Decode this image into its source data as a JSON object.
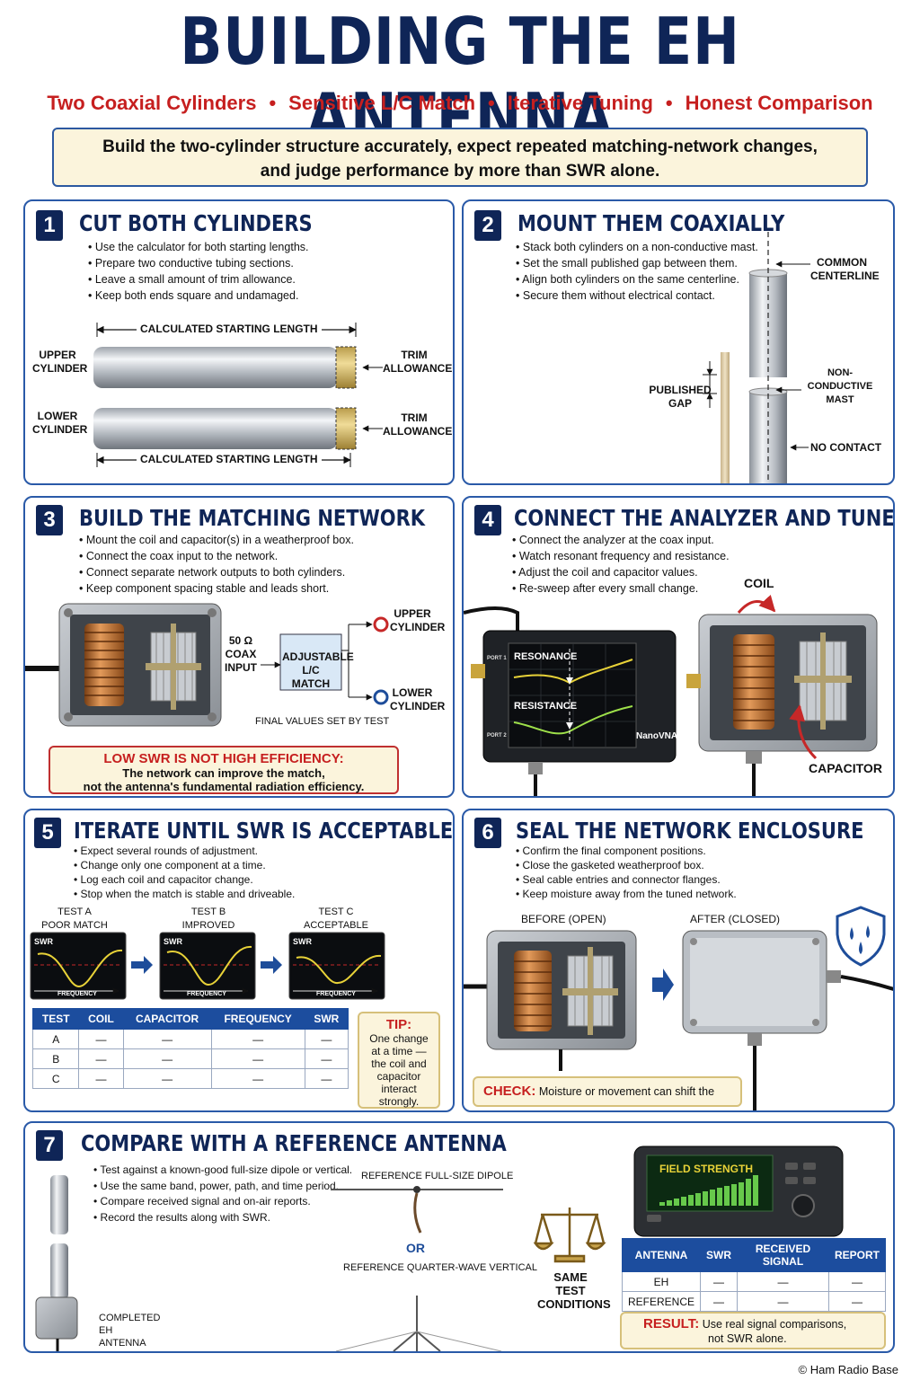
{
  "header": {
    "title": "BUILDING THE EH ANTENNA",
    "subtitle": [
      "Two Coaxial Cylinders",
      "Sensitive L/C Match",
      "Iterative Tuning",
      "Honest Comparison"
    ],
    "summary_line1": "Build the two-cylinder structure accurately, expect repeated matching-network changes,",
    "summary_line2": "and judge performance by more than SWR alone."
  },
  "colors": {
    "navy": "#0f2557",
    "accent_red": "#c61f1f",
    "panel_border": "#2a5aa8",
    "note_bg": "#fbf4dc"
  },
  "steps": [
    {
      "num": "1",
      "title": "CUT BOTH CYLINDERS",
      "bullets": [
        "Use the calculator for both starting lengths.",
        "Prepare two conductive tubing sections.",
        "Leave a small amount of trim allowance.",
        "Keep both ends square and undamaged."
      ],
      "labels": {
        "length": "CALCULATED STARTING LENGTH",
        "upper": "UPPER CYLINDER",
        "lower": "LOWER CYLINDER",
        "trim": "TRIM ALLOWANCE"
      }
    },
    {
      "num": "2",
      "title": "MOUNT THEM COAXIALLY",
      "bullets": [
        "Stack both cylinders on a non-conductive mast.",
        "Set the small published gap between them.",
        "Align both cylinders on the same centerline.",
        "Secure them without electrical contact."
      ],
      "labels": {
        "centerline": "COMMON CENTERLINE",
        "gap": "PUBLISHED GAP",
        "mast": "NON-CONDUCTIVE MAST",
        "contact": "NO CONTACT"
      }
    },
    {
      "num": "3",
      "title": "BUILD THE MATCHING NETWORK",
      "bullets": [
        "Mount the coil and capacitor(s) in a weatherproof box.",
        "Connect the coax input to the network.",
        "Connect separate network outputs to both cylinders.",
        "Keep component spacing stable and leads short."
      ],
      "labels": {
        "input": "50 Ω COAX INPUT",
        "match": "ADJUSTABLE L/C MATCH",
        "upper": "UPPER CYLINDER",
        "lower": "LOWER CYLINDER",
        "final": "FINAL VALUES SET BY TEST"
      },
      "warning_title": "LOW SWR IS NOT HIGH EFFICIENCY:",
      "warning_line1": "The network can improve the match,",
      "warning_line2": "not the antenna's fundamental radiation efficiency."
    },
    {
      "num": "4",
      "title": "CONNECT THE ANALYZER AND TUNE",
      "bullets": [
        "Connect the analyzer at the coax input.",
        "Watch resonant frequency and resistance.",
        "Adjust the coil and capacitor values.",
        "Re-sweep after every small change."
      ],
      "labels": {
        "resonance": "RESONANCE",
        "resistance": "RESISTANCE",
        "device": "NanoVNA",
        "port1": "PORT 1",
        "port2": "PORT 2",
        "coil": "COIL",
        "capacitor": "CAPACITOR"
      }
    },
    {
      "num": "5",
      "title": "ITERATE UNTIL SWR IS ACCEPTABLE",
      "bullets": [
        "Expect several rounds of adjustment.",
        "Change only one component at a time.",
        "Log each coil and capacitor change.",
        "Stop when the match is stable and driveable."
      ],
      "tests": [
        {
          "name": "TEST A",
          "state": "POOR MATCH"
        },
        {
          "name": "TEST B",
          "state": "IMPROVED"
        },
        {
          "name": "TEST C",
          "state": "ACCEPTABLE"
        }
      ],
      "screen_swr": "SWR",
      "screen_freq": "FREQUENCY",
      "table": {
        "headers": [
          "TEST",
          "COIL",
          "CAPACITOR",
          "FREQUENCY",
          "SWR"
        ],
        "rows": [
          [
            "A",
            "—",
            "—",
            "—",
            "—"
          ],
          [
            "B",
            "—",
            "—",
            "—",
            "—"
          ],
          [
            "C",
            "—",
            "—",
            "—",
            "—"
          ]
        ]
      },
      "tip_title": "TIP:",
      "tip_lines": [
        "One change",
        "at a time —",
        "the coil and",
        "capacitor",
        "interact",
        "strongly."
      ]
    },
    {
      "num": "6",
      "title": "SEAL THE NETWORK ENCLOSURE",
      "bullets": [
        "Confirm the final component positions.",
        "Close the gasketed weatherproof box.",
        "Seal cable entries and connector flanges.",
        "Keep moisture away from the tuned network."
      ],
      "before": "BEFORE (OPEN)",
      "after": "AFTER (CLOSED)",
      "check_title": "CHECK:",
      "check_text": "Moisture or movement can shift the match."
    },
    {
      "num": "7",
      "title": "COMPARE WITH A REFERENCE ANTENNA",
      "bullets": [
        "Test against a known-good full-size dipole or vertical.",
        "Use the same band, power, path, and time period.",
        "Compare received signal and on-air reports.",
        "Record the results along with SWR."
      ],
      "labels": {
        "dipole": "REFERENCE FULL-SIZE DIPOLE",
        "or": "OR",
        "vertical": "REFERENCE QUARTER-WAVE VERTICAL",
        "completed": "COMPLETED EH ANTENNA",
        "same": "SAME TEST CONDITIONS",
        "meter": "FIELD STRENGTH"
      },
      "table": {
        "headers": [
          "ANTENNA",
          "SWR",
          "RECEIVED SIGNAL",
          "REPORT"
        ],
        "rows": [
          [
            "EH",
            "—",
            "—",
            "—"
          ],
          [
            "REFERENCE",
            "—",
            "—",
            "—"
          ]
        ]
      },
      "result_title": "RESULT:",
      "result_line1": "Use real signal comparisons,",
      "result_line2": "not SWR alone."
    }
  ],
  "footer": {
    "copyright": "© Ham Radio Base"
  }
}
